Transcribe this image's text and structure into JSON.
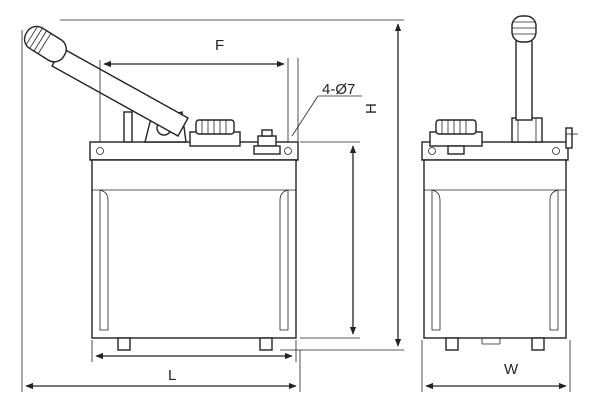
{
  "labels": {
    "F": "F",
    "H": "H",
    "L": "L",
    "W": "W",
    "holes": "4-Ø7"
  },
  "colors": {
    "line": "#222222",
    "background": "#ffffff"
  }
}
